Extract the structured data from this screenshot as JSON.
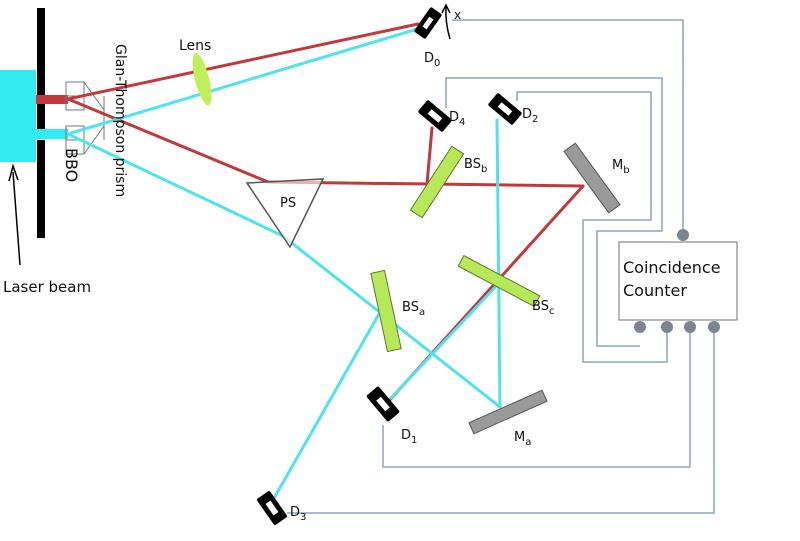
{
  "labels": {
    "laser": "Laser beam",
    "bbo": "BBO",
    "prism": "Glan-Thompson prism",
    "lens": "Lens",
    "ps": "PS",
    "x_axis": "x",
    "counter_line1": "Coincidence",
    "counter_line2": "Counter",
    "d0": {
      "base": "D",
      "sub": "0"
    },
    "d1": {
      "base": "D",
      "sub": "1"
    },
    "d2": {
      "base": "D",
      "sub": "2"
    },
    "d3": {
      "base": "D",
      "sub": "3"
    },
    "d4": {
      "base": "D",
      "sub": "4"
    },
    "bsa": {
      "base": "BS",
      "sub": "a"
    },
    "bsb": {
      "base": "BS",
      "sub": "b"
    },
    "bsc": {
      "base": "BS",
      "sub": "c"
    },
    "ma": {
      "base": "M",
      "sub": "a"
    },
    "mb": {
      "base": "M",
      "sub": "b"
    }
  },
  "colors": {
    "laser": "#33eaf0",
    "red_beam": "#c0393c",
    "cyan_beam": "#4fe3ec",
    "splitter": "#b6e85a",
    "mirror": "#9a9a9a",
    "lens": "#bff05a",
    "cable": "#8aa5bd",
    "port": "#7a8590"
  }
}
